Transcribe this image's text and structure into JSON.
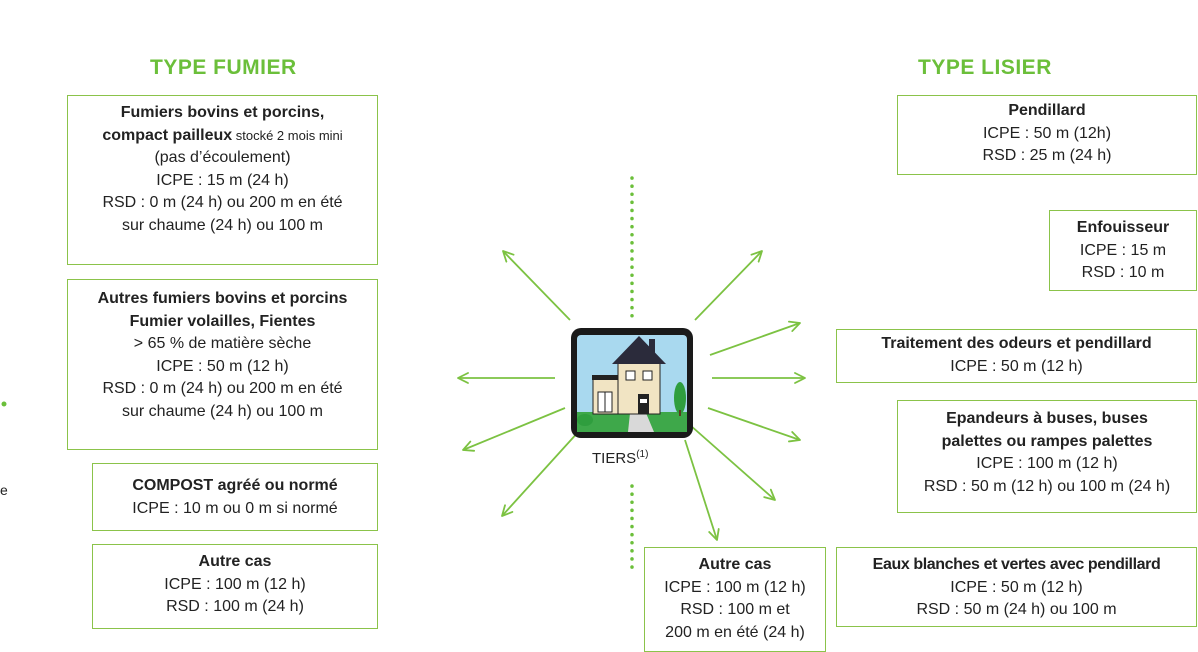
{
  "headings": {
    "fumier": "TYPE FUMIER",
    "lisier": "TYPE LISIER"
  },
  "center": {
    "label": "TIERS",
    "sup": "(1)"
  },
  "edge_fragment": "e",
  "fumier_boxes": [
    {
      "title1": "Fumiers bovins et porcins,",
      "title2": "compact pailleux",
      "note": " stocké 2 mois mini",
      "l3": "(pas d’écoulement)",
      "l4": "ICPE : 15 m (24 h)",
      "l5": "RSD : 0 m (24 h) ou 200 m en été",
      "l6": "sur chaume (24 h) ou 100 m"
    },
    {
      "title1": "Autres fumiers bovins et porcins",
      "title2": "Fumier volailles, Fientes",
      "l3": "> 65 % de matière sèche",
      "l4": "ICPE : 50 m (12 h)",
      "l5": "RSD : 0 m (24 h) ou 200 m en été",
      "l6": "sur chaume (24 h) ou 100 m"
    },
    {
      "title": "COMPOST agréé ou normé",
      "l2": "ICPE : 10 m ou 0 m si normé"
    },
    {
      "title": "Autre cas",
      "l2": "ICPE : 100 m (12 h)",
      "l3": "RSD : 100 m (24 h)"
    }
  ],
  "lisier_boxes": [
    {
      "title": "Pendillard",
      "l2": "ICPE : 50 m (12h)",
      "l3": "RSD : 25 m (24 h)"
    },
    {
      "title": "Enfouisseur",
      "l2": "ICPE : 15 m",
      "l3": "RSD : 10 m"
    },
    {
      "title": "Traitement des odeurs et pendillard",
      "l2": "ICPE : 50 m (12 h)"
    },
    {
      "title1": "Epandeurs à buses, buses",
      "title2": "palettes ou rampes palettes",
      "l3": "ICPE : 100 m (12 h)",
      "l4": "RSD : 50 m (12 h) ou 100 m (24 h)"
    },
    {
      "title": "Eaux blanches et vertes avec pendillard",
      "l2": "ICPE : 50 m (12 h)",
      "l3": "RSD : 50 m (24 h) ou 100 m"
    },
    {
      "title": "Autre cas",
      "l2": "ICPE : 100 m (12 h)",
      "l3": "RSD : 100 m et",
      "l4": "200 m en été (24 h)"
    }
  ],
  "colors": {
    "accent": "#6bbf3a",
    "border": "#8bc34a",
    "dots": "#6bbf3a",
    "house_sky": "#a9d9ef"
  }
}
